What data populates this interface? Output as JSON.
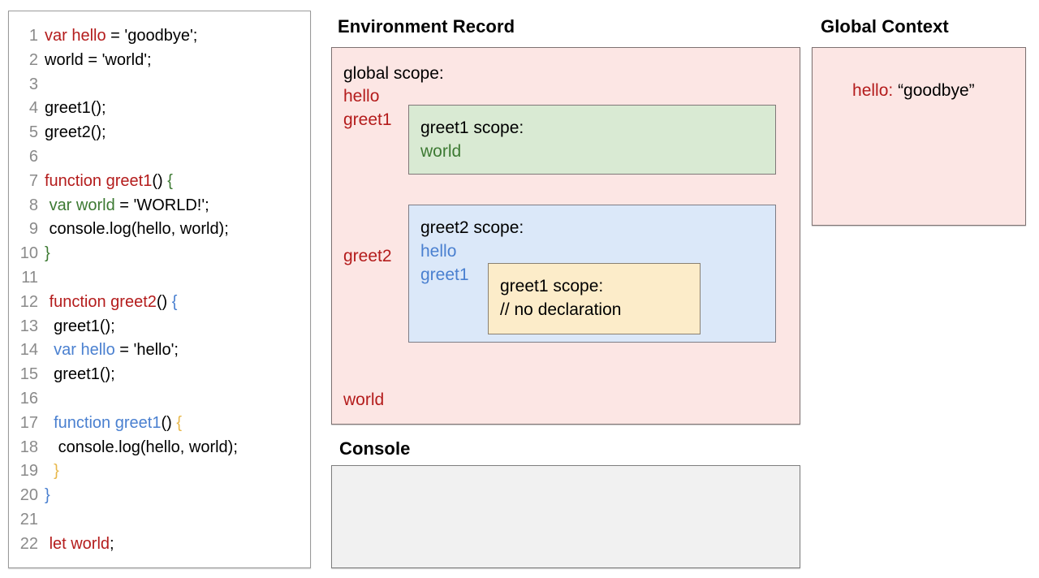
{
  "headings": {
    "environment_record": "Environment Record",
    "global_context": "Global Context",
    "console": "Console"
  },
  "code_editor": {
    "name": "javascript-source-code",
    "lines": [
      {
        "number": "1",
        "tokens": [
          {
            "t": "var hello",
            "c": "red"
          },
          {
            "t": " = 'goodbye';",
            "c": "black"
          }
        ]
      },
      {
        "number": "2",
        "tokens": [
          {
            "t": "world = 'world';",
            "c": "black"
          }
        ]
      },
      {
        "number": "3",
        "tokens": [
          {
            "t": "",
            "c": "black"
          }
        ]
      },
      {
        "number": "4",
        "tokens": [
          {
            "t": "greet1();",
            "c": "black"
          }
        ]
      },
      {
        "number": "5",
        "tokens": [
          {
            "t": "greet2();",
            "c": "black"
          }
        ]
      },
      {
        "number": "6",
        "tokens": [
          {
            "t": "",
            "c": "black"
          }
        ]
      },
      {
        "number": "7",
        "tokens": [
          {
            "t": "function greet1",
            "c": "red"
          },
          {
            "t": "() ",
            "c": "black"
          },
          {
            "t": "{",
            "c": "green"
          }
        ]
      },
      {
        "number": "8",
        "tokens": [
          {
            "t": " ",
            "c": "black"
          },
          {
            "t": "var world",
            "c": "green"
          },
          {
            "t": " = 'WORLD!';",
            "c": "black"
          }
        ]
      },
      {
        "number": "9",
        "tokens": [
          {
            "t": " console.log(hello, world);",
            "c": "black"
          }
        ]
      },
      {
        "number": "10",
        "tokens": [
          {
            "t": "}",
            "c": "green"
          }
        ]
      },
      {
        "number": "11",
        "tokens": [
          {
            "t": "",
            "c": "black"
          }
        ]
      },
      {
        "number": "12",
        "tokens": [
          {
            "t": " ",
            "c": "black"
          },
          {
            "t": "function greet2",
            "c": "red"
          },
          {
            "t": "() ",
            "c": "black"
          },
          {
            "t": "{",
            "c": "blue"
          }
        ]
      },
      {
        "number": "13",
        "tokens": [
          {
            "t": "  greet1();",
            "c": "black"
          }
        ]
      },
      {
        "number": "14",
        "tokens": [
          {
            "t": "  ",
            "c": "black"
          },
          {
            "t": "var hello",
            "c": "blue"
          },
          {
            "t": " = 'hello';",
            "c": "black"
          }
        ]
      },
      {
        "number": "15",
        "tokens": [
          {
            "t": "  greet1();",
            "c": "black"
          }
        ]
      },
      {
        "number": "16",
        "tokens": [
          {
            "t": "",
            "c": "black"
          }
        ]
      },
      {
        "number": "17",
        "tokens": [
          {
            "t": "  ",
            "c": "black"
          },
          {
            "t": "function greet1",
            "c": "blue"
          },
          {
            "t": "() ",
            "c": "black"
          },
          {
            "t": "{",
            "c": "amber"
          }
        ]
      },
      {
        "number": "18",
        "tokens": [
          {
            "t": "   console.log(hello, world);",
            "c": "black"
          }
        ]
      },
      {
        "number": "19",
        "tokens": [
          {
            "t": "  ",
            "c": "black"
          },
          {
            "t": "}",
            "c": "amber"
          }
        ]
      },
      {
        "number": "20",
        "tokens": [
          {
            "t": "}",
            "c": "blue"
          }
        ]
      },
      {
        "number": "21",
        "tokens": [
          {
            "t": "",
            "c": "black"
          }
        ]
      },
      {
        "number": "22",
        "tokens": [
          {
            "t": " ",
            "c": "black"
          },
          {
            "t": "let world",
            "c": "red"
          },
          {
            "t": ";",
            "c": "black"
          }
        ]
      }
    ]
  },
  "environment_record": {
    "global_scope_label": "global scope:",
    "global_bindings": [
      {
        "name": "hello",
        "color": "red"
      },
      {
        "name": "greet1",
        "color": "red"
      },
      {
        "name": "greet2",
        "color": "red"
      },
      {
        "name": "world",
        "color": "red"
      }
    ],
    "greet1_scope": {
      "label": "greet1 scope:",
      "bindings": [
        {
          "name": "world",
          "color": "green"
        }
      ]
    },
    "greet2_scope": {
      "label": "greet2 scope:",
      "bindings": [
        {
          "name": "hello",
          "color": "blue"
        },
        {
          "name": "greet1",
          "color": "blue"
        }
      ],
      "inner_greet1_scope": {
        "label": "greet1 scope:",
        "comment": "// no declaration"
      }
    }
  },
  "global_context": {
    "entries": [
      {
        "key": "hello:",
        "value": "“goodbye”"
      }
    ]
  },
  "console": {
    "output": ""
  },
  "colors": {
    "panel_pink": "#fce6e4",
    "box_green": "#d9ead3",
    "box_blue": "#dbe8f9",
    "box_yellow": "#fcecc9",
    "console_gray": "#f1f1f1",
    "token_red": "#b41c1c",
    "token_green": "#3d7a33",
    "token_blue": "#4a80d0",
    "token_amber": "#e8b84b",
    "line_number_gray": "#8a8a8a"
  }
}
